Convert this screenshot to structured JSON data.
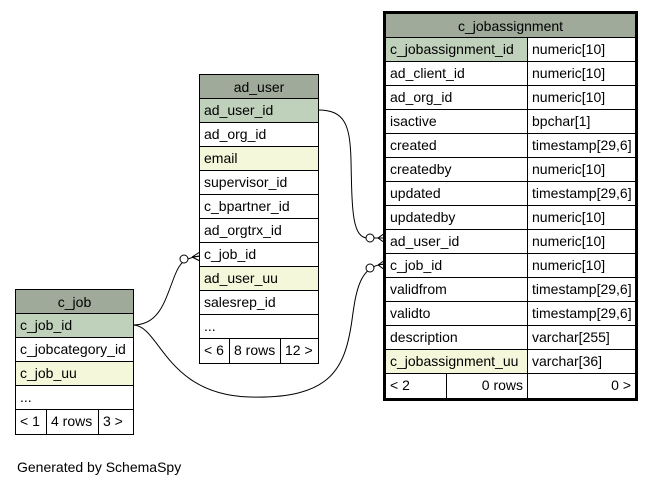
{
  "tables": {
    "c_jobassignment": {
      "name": "c_jobassignment",
      "columns": [
        {
          "name": "c_jobassignment_id",
          "type": "numeric[10]"
        },
        {
          "name": "ad_client_id",
          "type": "numeric[10]"
        },
        {
          "name": "ad_org_id",
          "type": "numeric[10]"
        },
        {
          "name": "isactive",
          "type": "bpchar[1]"
        },
        {
          "name": "created",
          "type": "timestamp[29,6]"
        },
        {
          "name": "createdby",
          "type": "numeric[10]"
        },
        {
          "name": "updated",
          "type": "timestamp[29,6]"
        },
        {
          "name": "updatedby",
          "type": "numeric[10]"
        },
        {
          "name": "ad_user_id",
          "type": "numeric[10]"
        },
        {
          "name": "c_job_id",
          "type": "numeric[10]"
        },
        {
          "name": "validfrom",
          "type": "timestamp[29,6]"
        },
        {
          "name": "validto",
          "type": "timestamp[29,6]"
        },
        {
          "name": "description",
          "type": "varchar[255]"
        },
        {
          "name": "c_jobassignment_uu",
          "type": "varchar[36]"
        }
      ],
      "footer": {
        "left": "< 2",
        "mid": "0 rows",
        "right": "0 >"
      }
    },
    "ad_user": {
      "name": "ad_user",
      "columns": [
        "ad_user_id",
        "ad_org_id",
        "email",
        "supervisor_id",
        "c_bpartner_id",
        "ad_orgtrx_id",
        "c_job_id",
        "ad_user_uu",
        "salesrep_id",
        "..."
      ],
      "footer": {
        "left": "< 6",
        "mid": "8 rows",
        "right": "12 >"
      }
    },
    "c_job": {
      "name": "c_job",
      "columns": [
        "c_job_id",
        "c_jobcategory_id",
        "c_job_uu",
        "..."
      ],
      "footer": {
        "left": "< 1",
        "mid": "4 rows",
        "right": "3 >"
      }
    }
  },
  "generated_by": "Generated by SchemaSpy"
}
